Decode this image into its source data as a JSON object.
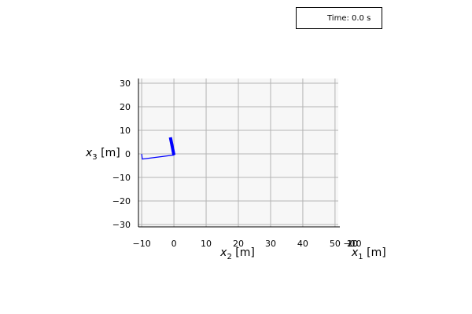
{
  "chart_data": {
    "type": "line",
    "legend": {
      "text": "Time: 0.0 s",
      "placement": "top-right"
    },
    "grid": true,
    "x2_axis": {
      "label_var": "x",
      "label_sub": "2",
      "label_unit": " [m]",
      "range": [
        -11,
        51
      ],
      "ticks": [
        -10,
        0,
        10,
        20,
        30,
        40,
        50
      ],
      "tick_labels": [
        "−10",
        "0",
        "10",
        "20",
        "30",
        "40",
        "50"
      ]
    },
    "x3_axis": {
      "label_var": "x",
      "label_sub": "3",
      "label_unit": " [m]",
      "range": [
        -31,
        32
      ],
      "ticks": [
        30,
        20,
        10,
        0,
        -10,
        -20,
        -30
      ],
      "tick_labels": [
        "30",
        "20",
        "10",
        "0",
        "−10",
        "−20",
        "−30"
      ]
    },
    "x1_axis": {
      "label_var": "x",
      "label_sub": "1",
      "label_unit": " [m]",
      "tick_labels": [
        "−10",
        "0",
        "10",
        "20"
      ]
    },
    "series": [
      {
        "color": "#0000ff",
        "width": 1.2,
        "points": [
          [
            -10,
            0
          ],
          [
            -9.8,
            -2.2
          ],
          [
            0,
            -0.5
          ],
          [
            -0.2,
            0
          ]
        ]
      },
      {
        "color": "#0000ff",
        "width": 4,
        "points": [
          [
            0,
            -0.5
          ],
          [
            -1.1,
            7
          ]
        ]
      }
    ],
    "colors": {
      "line": "#0000ff",
      "panel": "#f7f7f7",
      "grid": "#b4b4b4"
    }
  }
}
